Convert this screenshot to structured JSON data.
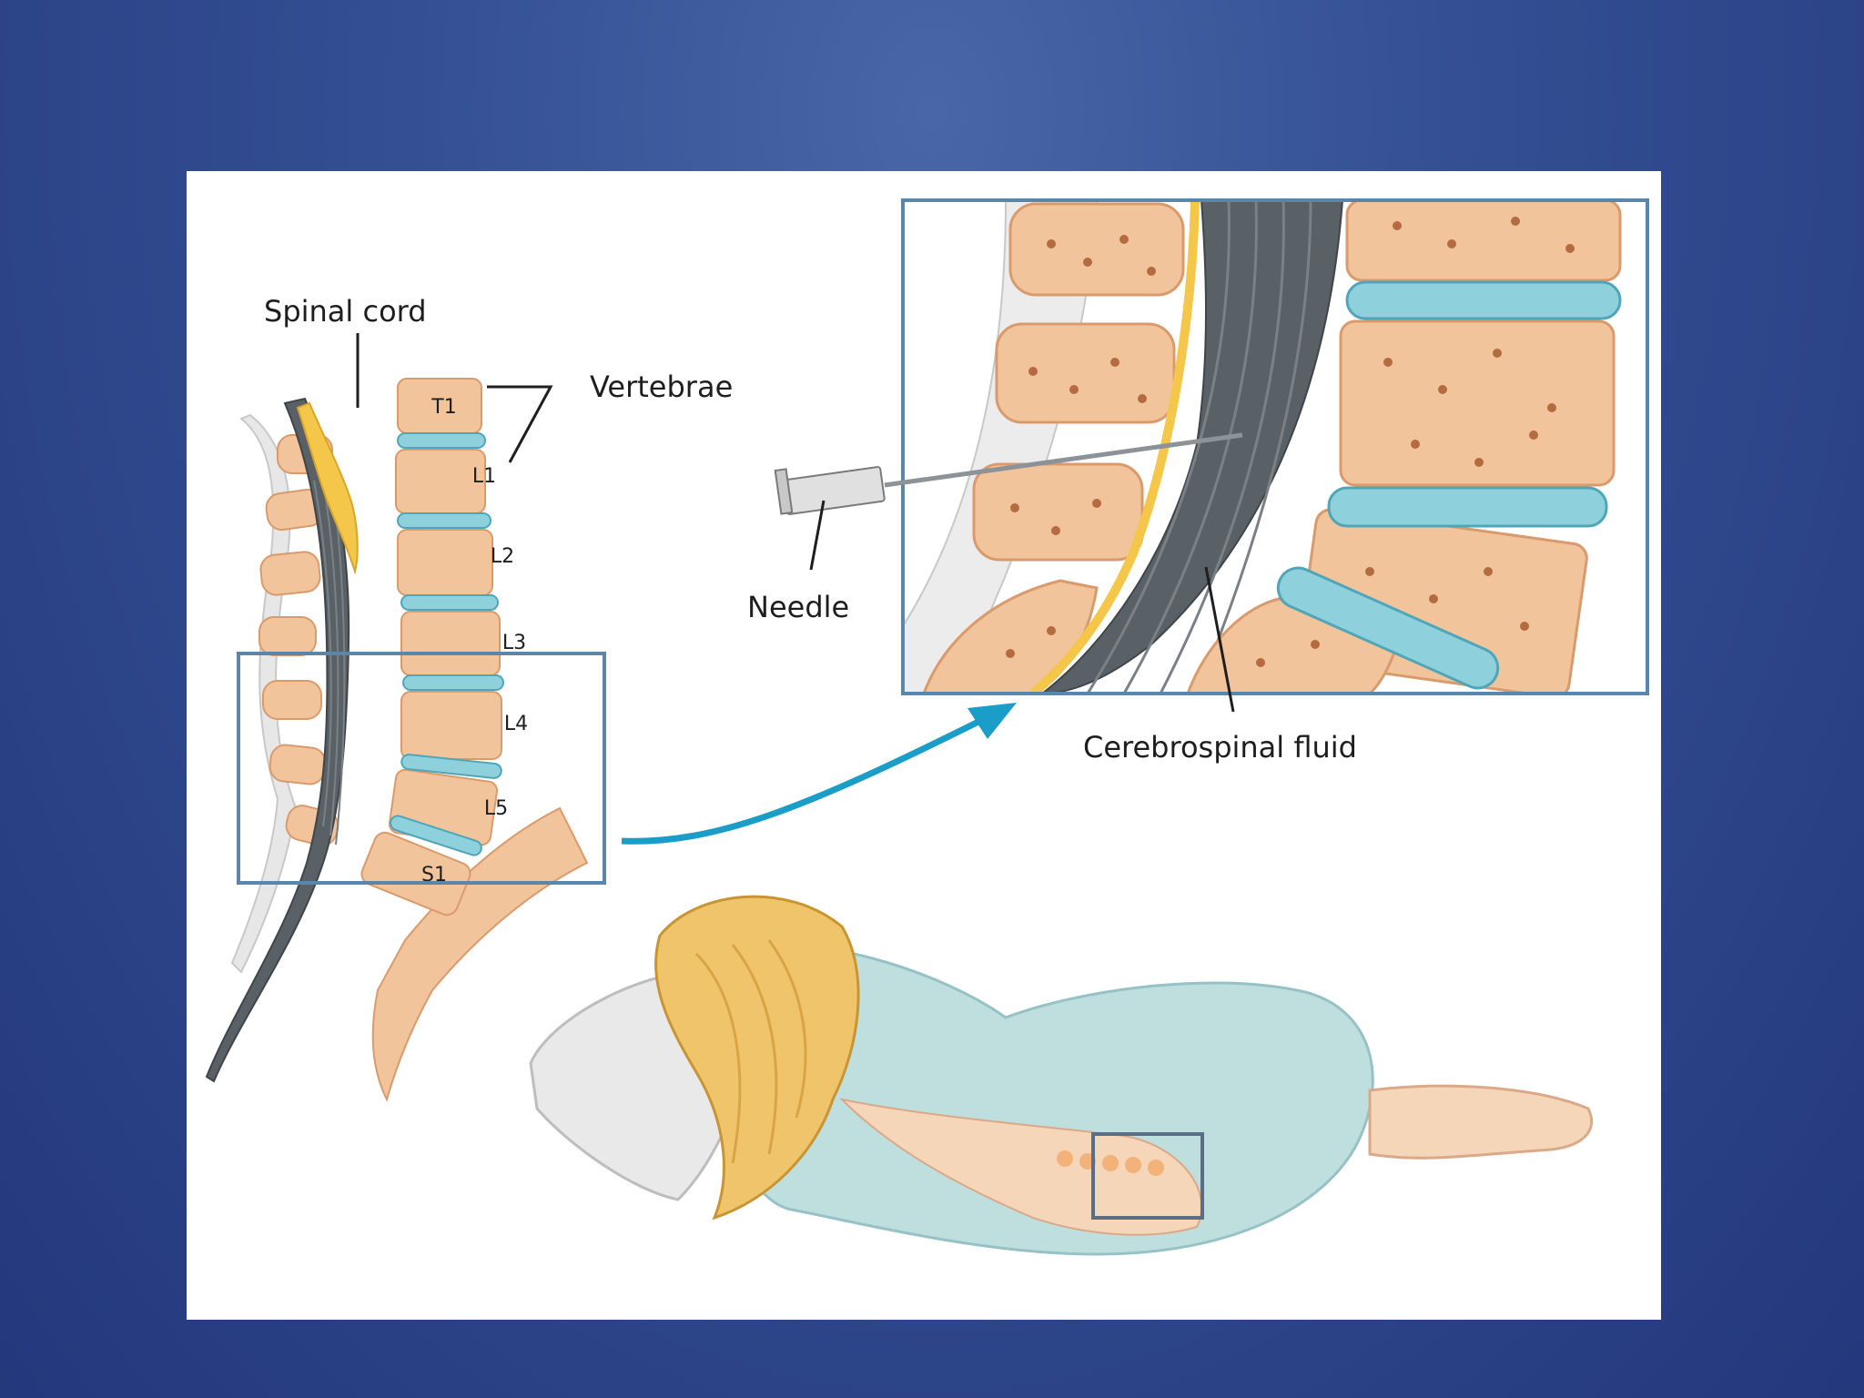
{
  "labels": {
    "spinal_cord": "Spinal cord",
    "vertebrae": "Vertebrae",
    "needle": "Needle",
    "csf": "Cerebrospinal fluid"
  },
  "vertebra_labels": [
    "T1",
    "L1",
    "L2",
    "L3",
    "L4",
    "L5",
    "S1"
  ],
  "colors": {
    "background": "#2f4a8e",
    "panel": "#ffffff",
    "bone": "#f2c49c",
    "bone_outline": "#d99a6c",
    "disc": "#8ed1dc",
    "cord": "#555b5f",
    "nerve_yellow": "#f4c64a",
    "highlight_box": "#5a86aa",
    "arrow": "#1a9dc6",
    "gown": "#b9dcdc",
    "hair": "#f0c46a"
  }
}
